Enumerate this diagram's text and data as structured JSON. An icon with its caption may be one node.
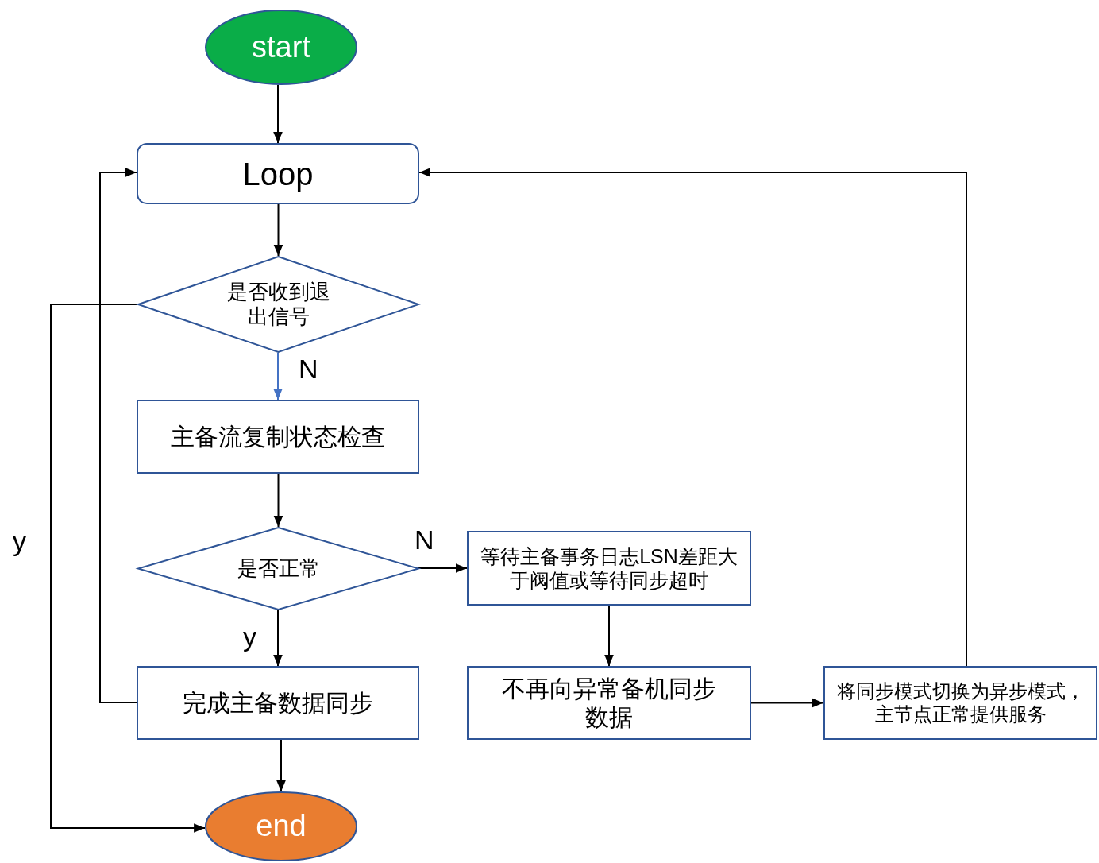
{
  "diagram": {
    "nodes": [
      {
        "text": [
          "start"
        ]
      },
      {
        "text": [
          "Loop"
        ]
      },
      {
        "text": [
          "是否收到退出信号"
        ]
      },
      {
        "text": [
          "主备流复制状态检查"
        ]
      },
      {
        "text": [
          "是否正常"
        ]
      },
      {
        "text": [
          "等待主备事务日志LSN差距大于阀值或等待同步超时"
        ]
      },
      {
        "text": [
          "完成主备数据同步"
        ]
      },
      {
        "text": [
          "不再向异常备机同步数据"
        ]
      },
      {
        "text": [
          "将同步模式切换为异步模式，主节点正常提供服务"
        ]
      },
      {
        "text": [
          "end"
        ]
      }
    ],
    "edges": [
      {
        "from": 0,
        "to": 1,
        "arrow": "to"
      },
      {
        "from": 1,
        "to": 2,
        "arrow": "to"
      },
      {
        "from": 2,
        "to": 3,
        "arrow": "to",
        "label": "N",
        "color": "#4472c4"
      },
      {
        "from": 3,
        "to": 4,
        "arrow": "to"
      },
      {
        "from": 4,
        "to": 5,
        "arrow": "to",
        "label": "N"
      },
      {
        "from": 4,
        "to": 6,
        "arrow": "to",
        "label": "y"
      },
      {
        "from": 6,
        "to": 1,
        "arrow": "to"
      },
      {
        "from": 5,
        "to": 7,
        "arrow": "to"
      },
      {
        "from": 7,
        "to": 8,
        "arrow": "to"
      },
      {
        "from": 8,
        "to": 1,
        "arrow": "to"
      },
      {
        "from": 2,
        "to": 9,
        "arrow": "to",
        "label": "y"
      },
      {
        "from": 6,
        "to": 9,
        "arrow": "to"
      }
    ]
  }
}
